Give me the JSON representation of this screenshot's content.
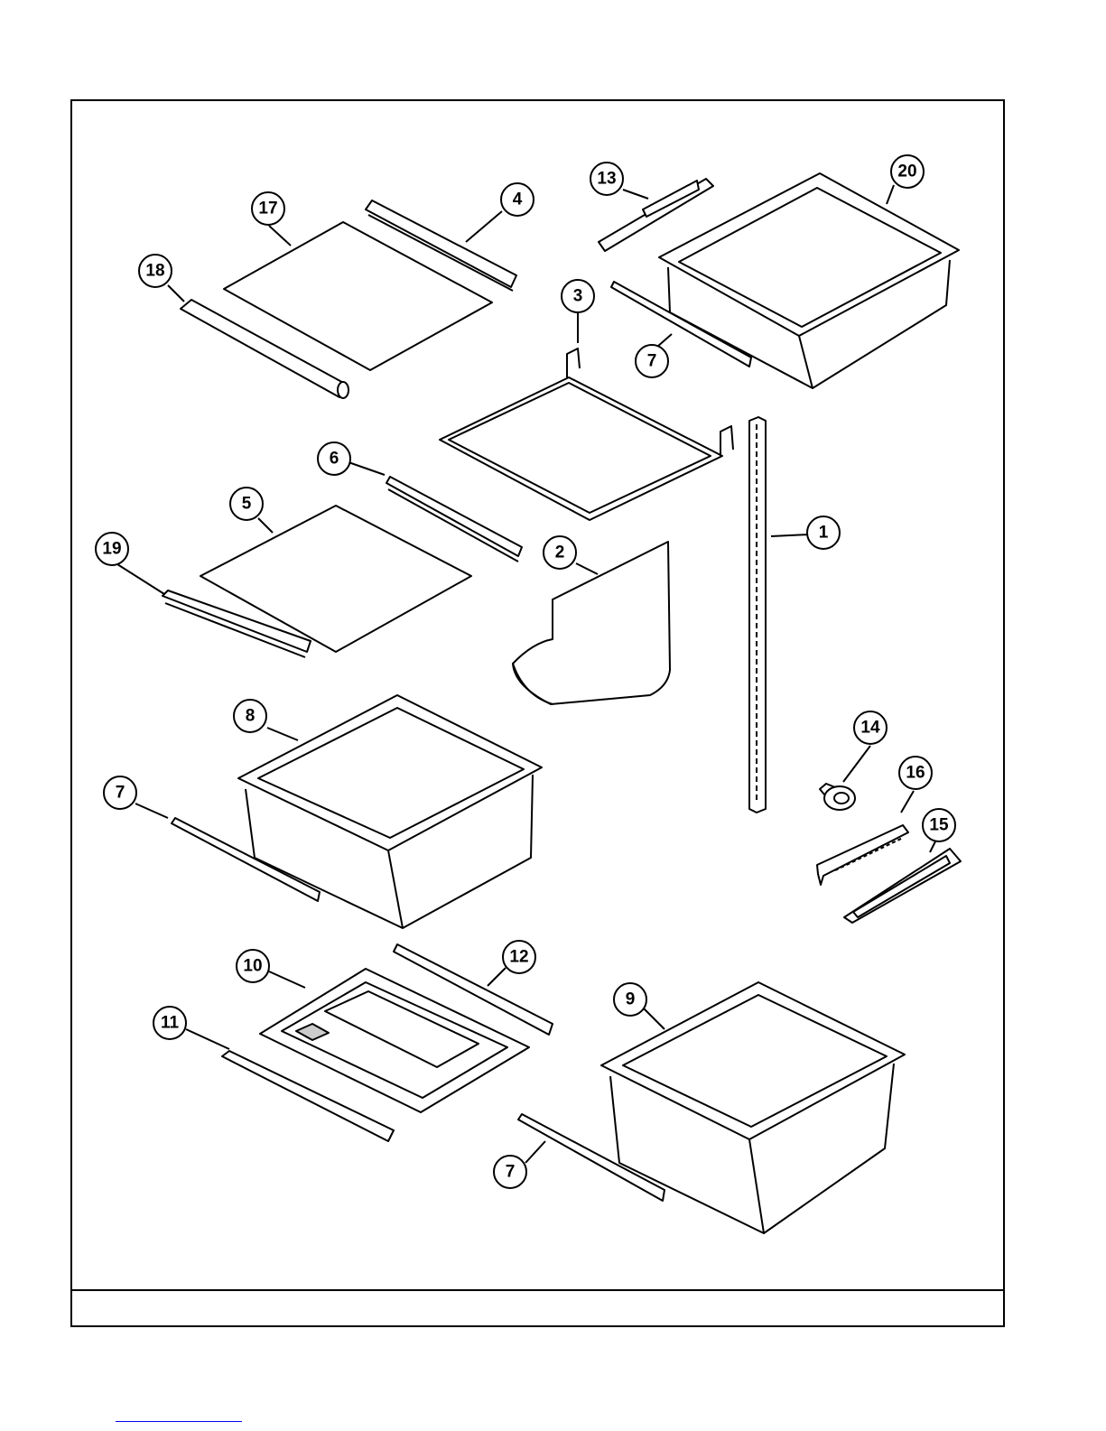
{
  "diagram": {
    "callouts": [
      "1",
      "2",
      "3",
      "4",
      "5",
      "6",
      "7",
      "7",
      "7",
      "8",
      "9",
      "10",
      "11",
      "12",
      "13",
      "14",
      "15",
      "16",
      "17",
      "18",
      "19",
      "20"
    ]
  },
  "colors": {
    "line": "#000000",
    "paper": "#ffffff",
    "link": "#0000ee"
  }
}
